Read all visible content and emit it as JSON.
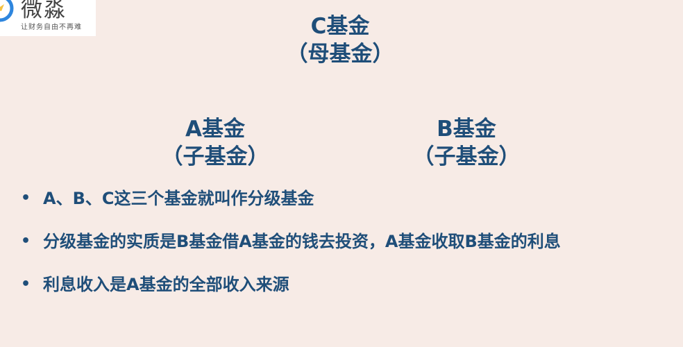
{
  "logo": {
    "name": "微淼",
    "slogan": "让财务自由不再难"
  },
  "diagram": {
    "parent": {
      "name": "C基金",
      "role": "（母基金）"
    },
    "children": [
      {
        "name": "A基金",
        "role": "（子基金）"
      },
      {
        "name": "B基金",
        "role": "（子基金）"
      }
    ]
  },
  "bullets": [
    "A、B、C这三个基金就叫作分级基金",
    "分级基金的实质是B基金借A基金的钱去投资，A基金收取B基金的利息",
    "利息收入是A基金的全部收入来源"
  ],
  "colors": {
    "background": "#f7ebe6",
    "text": "#1f4e79",
    "logo_blue": "#2e86de",
    "logo_yellow": "#f5c242"
  }
}
